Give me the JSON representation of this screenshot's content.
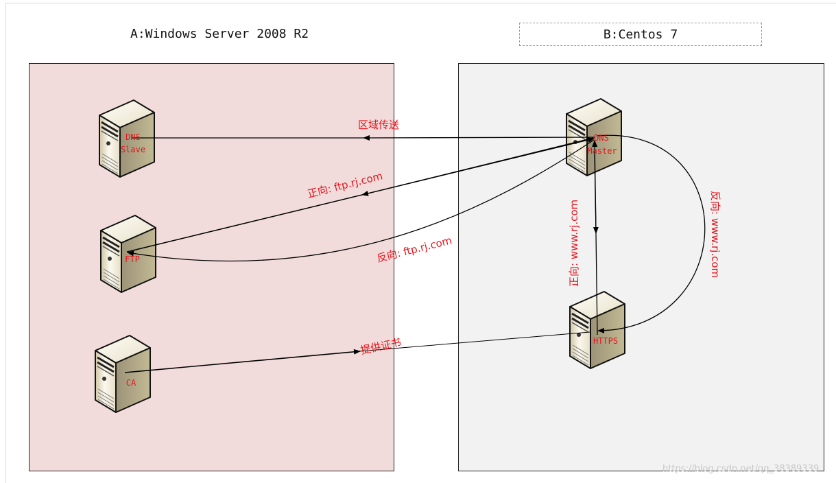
{
  "zones": {
    "a": {
      "title": "A:Windows Server 2008 R2"
    },
    "b": {
      "title": "B:Centos 7"
    }
  },
  "servers": {
    "dns_slave": {
      "label_line1": "DNS",
      "label_line2": "Slave",
      "icon": "server-tower-icon"
    },
    "ftp": {
      "label": "FTP",
      "icon": "server-tower-icon"
    },
    "ca": {
      "label": "CA",
      "icon": "server-tower-icon"
    },
    "dns_master": {
      "label_line1": "DNS",
      "label_line2": "Master",
      "icon": "server-tower-icon"
    },
    "https": {
      "label": "HTTPS",
      "icon": "server-tower-icon"
    }
  },
  "edges": {
    "zone_transfer": "区域传送",
    "forward_ftp": "正向: ftp.rj.com",
    "reverse_ftp": "反向: ftp.rj.com",
    "forward_www": "正向: www.rj.com",
    "reverse_www": "反向: www.rj.com",
    "provide_cert": "提供证书"
  },
  "colors": {
    "label_red": "#e8131b",
    "zone_a_fill": "#f1dcdb",
    "zone_b_fill": "#f2f2f2",
    "arrow": "#000000"
  },
  "watermark": "https://blog.csdn.net/qq_38389339"
}
